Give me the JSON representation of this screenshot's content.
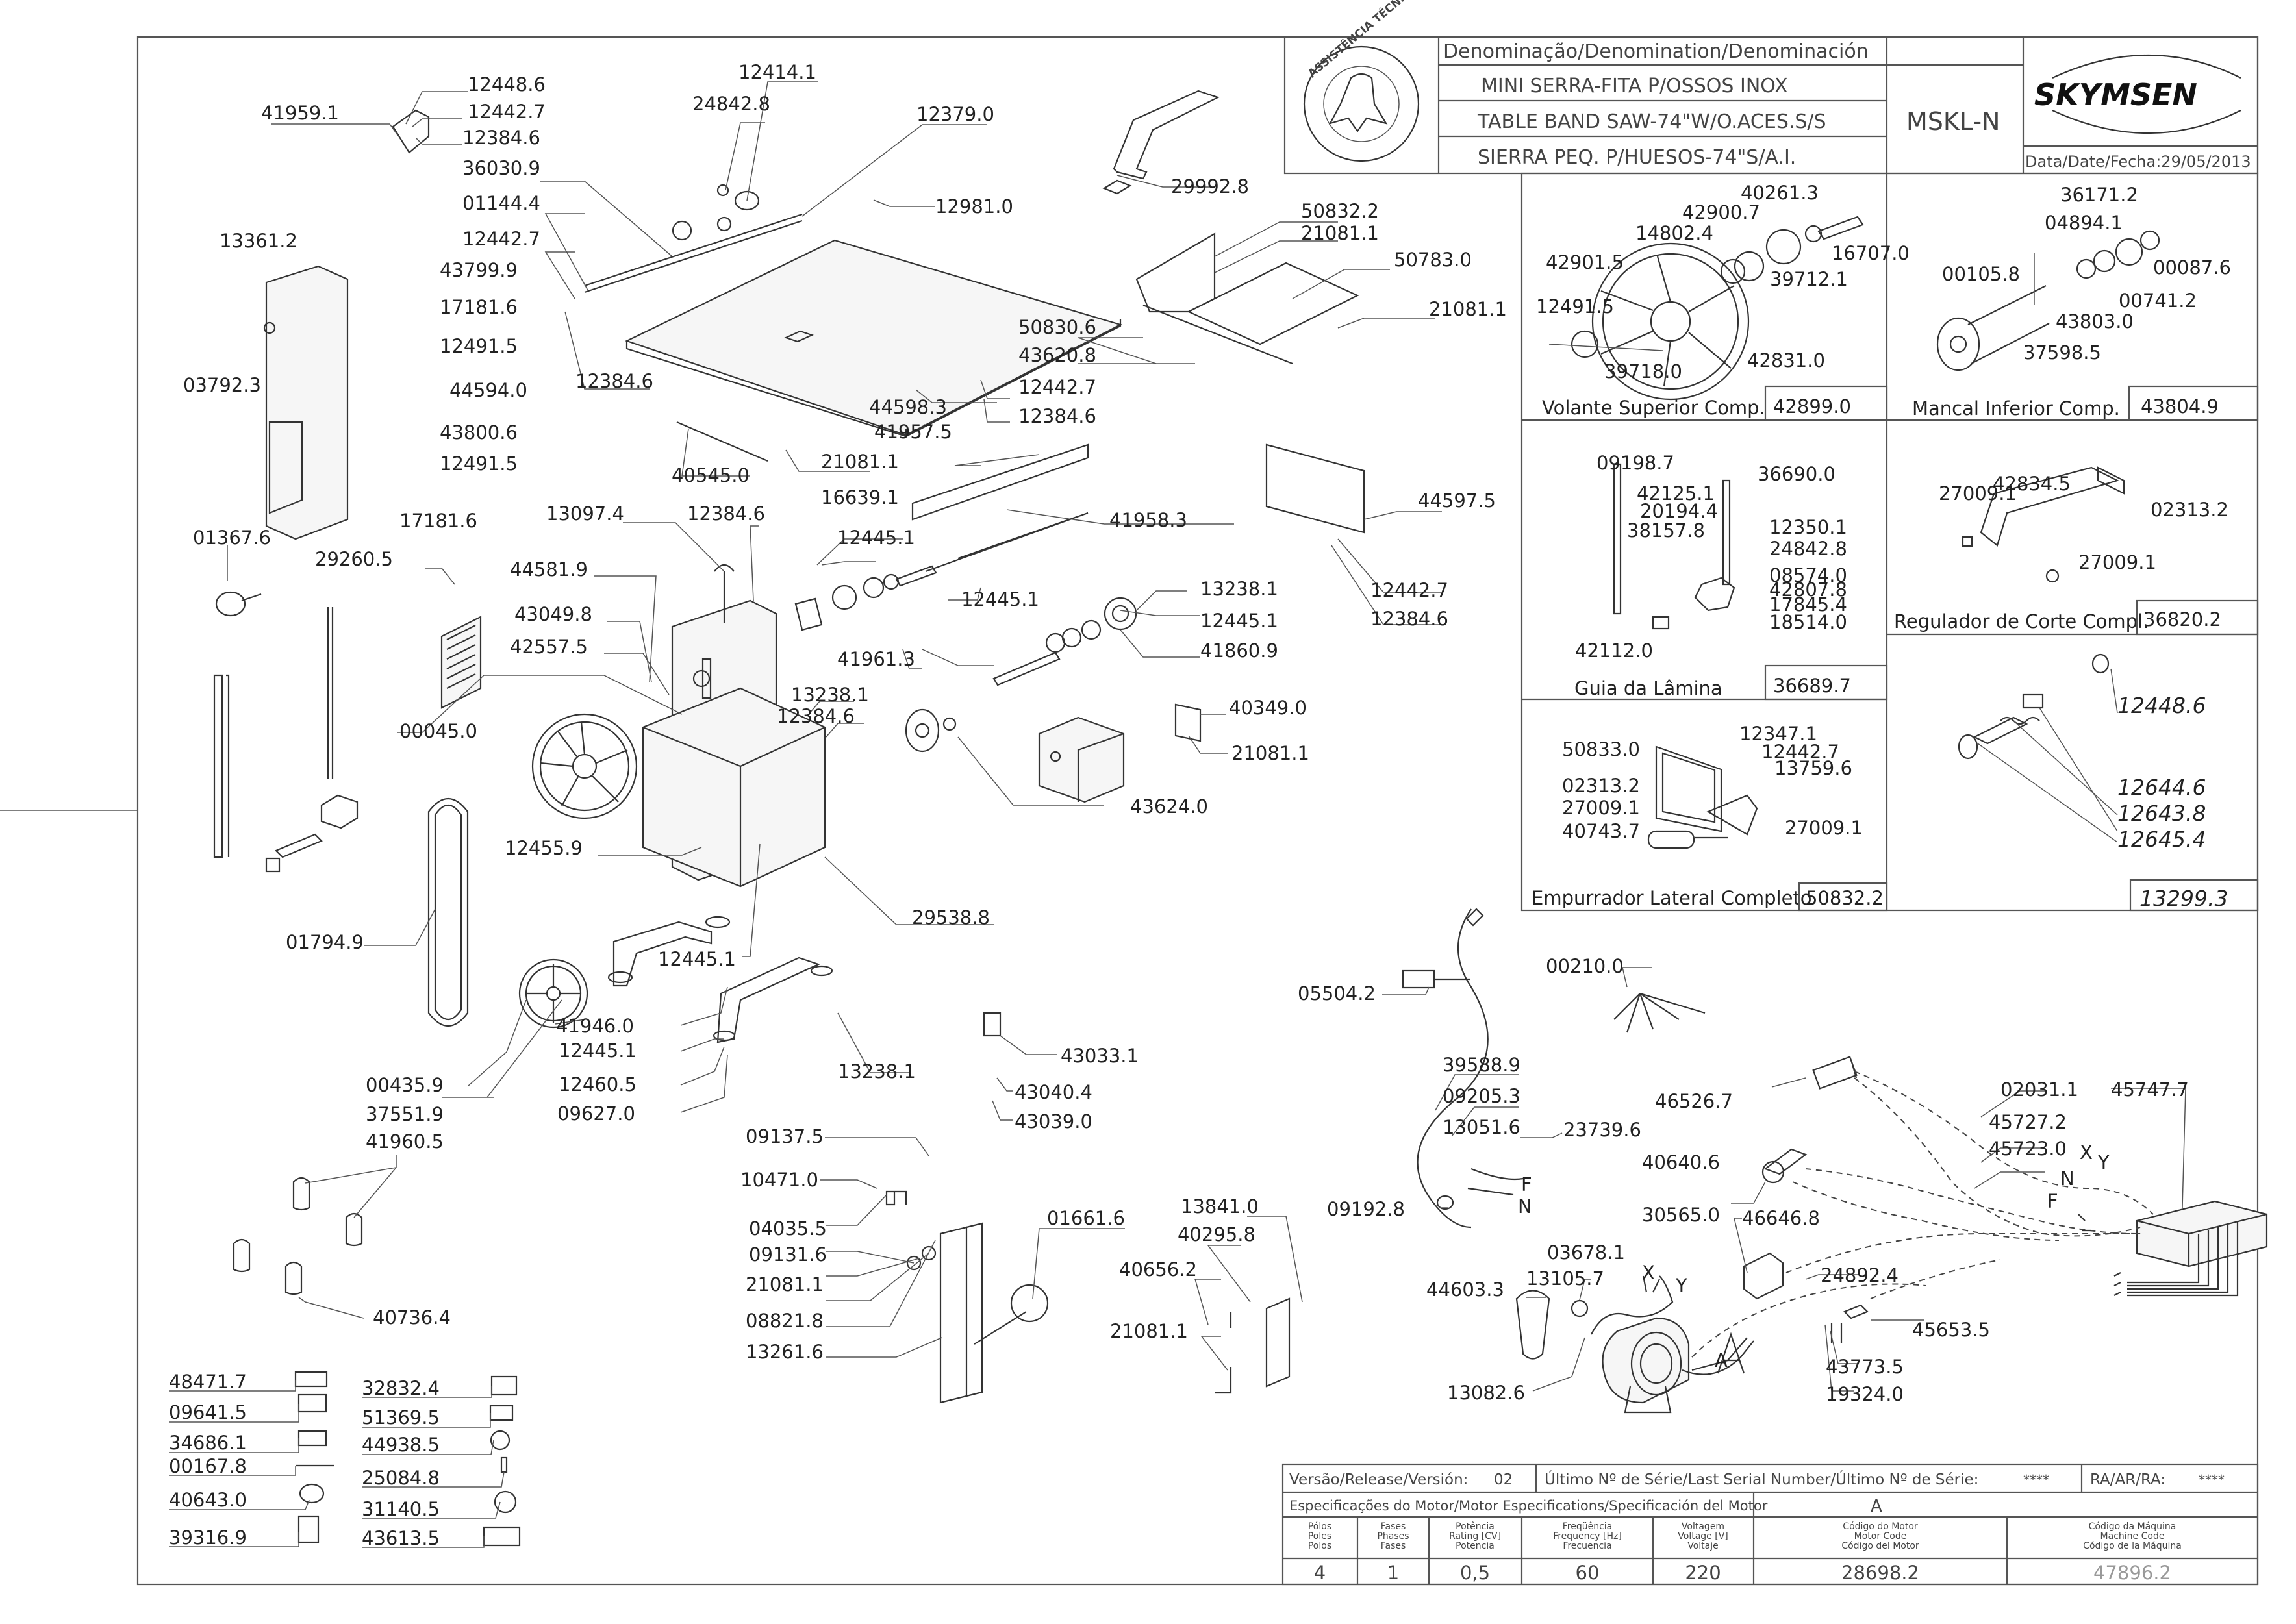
{
  "title_block": {
    "denomination_header": "Denominação/Denomination/Denominación",
    "name_pt": "MINI SERRA-FITA P/OSSOS INOX",
    "name_en": "TABLE BAND SAW-74\"W/O.ACES.S/S",
    "name_es": "SIERRA PEQ. P/HUESOS-74\"S/A.I.",
    "model": "MSKL-N",
    "brand": "SKYMSEN",
    "date": "Data/Date/Fecha:29/05/2013",
    "seal_text": "ASSISTÊNCIA TÉCNICA AUTORIZADA"
  },
  "subassemblies": [
    {
      "name": "Volante Superior Comp.",
      "code": "42899.0",
      "parts": [
        "40261.3",
        "42900.7",
        "14802.4",
        "42901.5",
        "16707.0",
        "39712.1",
        "12491.5",
        "39718.0",
        "42831.0"
      ]
    },
    {
      "name": "Mancal Inferior Comp.",
      "code": "43804.9",
      "parts": [
        "36171.2",
        "04894.1",
        "00105.8",
        "00087.6",
        "00741.2",
        "43803.0",
        "37598.5"
      ]
    },
    {
      "name": "Guia da Lâmina",
      "code": "36689.7",
      "parts": [
        "09198.7",
        "36690.0",
        "42125.1",
        "20194.4",
        "38157.8",
        "12350.1",
        "24842.8",
        "08574.0",
        "42807.8",
        "17845.4",
        "18514.0",
        "42112.0"
      ]
    },
    {
      "name": "Regulador de Corte Compl.",
      "code": "36820.2",
      "parts": [
        "42834.5",
        "27009.1",
        "02313.2",
        "27009.1"
      ]
    },
    {
      "name": "Empurrador Lateral Completo",
      "code": "50832.2",
      "parts": [
        "12347.1",
        "50833.0",
        "12442.7",
        "13759.6",
        "02313.2",
        "27009.1",
        "40743.7",
        "27009.1"
      ]
    },
    {
      "name": "",
      "code": "13299.3",
      "parts": [
        "12448.6",
        "12644.6",
        "12643.8",
        "12645.4"
      ]
    }
  ],
  "main_labels": {
    "left": [
      "41959.1",
      "12448.6",
      "12442.7",
      "12384.6",
      "36030.9",
      "12414.1",
      "24842.8",
      "12379.0",
      "01144.4",
      "12442.7",
      "13361.2",
      "43799.9",
      "17181.6",
      "12491.5",
      "03792.3",
      "44594.0",
      "43800.6",
      "12491.5",
      "17181.6",
      "12384.6",
      "12981.0",
      "29992.8"
    ],
    "center": [
      "50832.2",
      "21081.1",
      "50783.0",
      "21081.1",
      "50830.6",
      "43620.8",
      "12442.7",
      "12384.6",
      "44598.3",
      "41957.5",
      "40545.0",
      "21081.1",
      "41958.3",
      "44597.5",
      "12442.7",
      "12384.6",
      "13097.4",
      "12384.6",
      "16639.1",
      "12445.1",
      "44581.9",
      "43049.8",
      "42557.5",
      "41961.3",
      "12445.1",
      "13238.1",
      "12445.1",
      "41860.9",
      "13238.1",
      "12384.6",
      "40349.0",
      "21081.1",
      "43624.0",
      "29260.5",
      "01367.6",
      "00045.0",
      "12455.9",
      "29538.8",
      "01794.9",
      "12445.1",
      "41946.0",
      "12445.1",
      "12460.5",
      "09627.0",
      "13238.1",
      "00435.9",
      "37551.9",
      "41960.5",
      "40736.4",
      "43033.1",
      "43040.4",
      "43039.0"
    ],
    "bottom": [
      "09137.5",
      "10471.0",
      "04035.5",
      "09131.6",
      "21081.1",
      "08821.8",
      "13261.6",
      "01661.6",
      "13841.0",
      "40295.8",
      "40656.2",
      "21081.1"
    ],
    "labels_legend": [
      "48471.7",
      "09641.5",
      "34686.1",
      "00167.8",
      "40643.0",
      "39316.9",
      "32832.4",
      "51369.5",
      "44938.5",
      "25084.8",
      "31140.5",
      "43613.5"
    ],
    "electrical": [
      "00210.0",
      "05504.2",
      "39588.9",
      "09205.3",
      "13051.6",
      "23739.6",
      "09192.8",
      "46526.7",
      "02031.1",
      "45747.7",
      "45727.2",
      "45723.0",
      "40640.6",
      "30565.0",
      "46646.8",
      "03678.1",
      "13105.7",
      "44603.3",
      "24892.4",
      "45653.5",
      "43773.5",
      "19324.0",
      "13082.6"
    ],
    "electrical_marks": [
      "N",
      "X",
      "Y",
      "F",
      "F",
      "N",
      "X",
      "Y",
      "A"
    ]
  },
  "bottom_table": {
    "version_label": "Versão/Release/Versión:",
    "version": "02",
    "serial_label": "Último Nº de Série/Last Serial Number/Último Nº de Série:",
    "serial": "****",
    "ra_label": "RA/AR/RA:",
    "ra": "****",
    "motor_spec_label": "Especificações do Motor/Motor Especifications/Specificación del Motor",
    "motor_letter": "A",
    "headers": [
      "Pólos\nPoles\nPolos",
      "Fases\nPhases\nFases",
      "Potência\nRating [CV]\nPotencia",
      "Freqüência\nFrequency [Hz]\nFrecuencia",
      "Voltagem\nVoltage [V]\nVoltaje",
      "Código do Motor\nMotor Code\nCódigo del Motor",
      "Código da Máquina\nMachine Code\nCódigo de la Máquina"
    ],
    "values": [
      "4",
      "1",
      "0,5",
      "60",
      "220",
      "28698.2",
      "47896.2"
    ]
  }
}
